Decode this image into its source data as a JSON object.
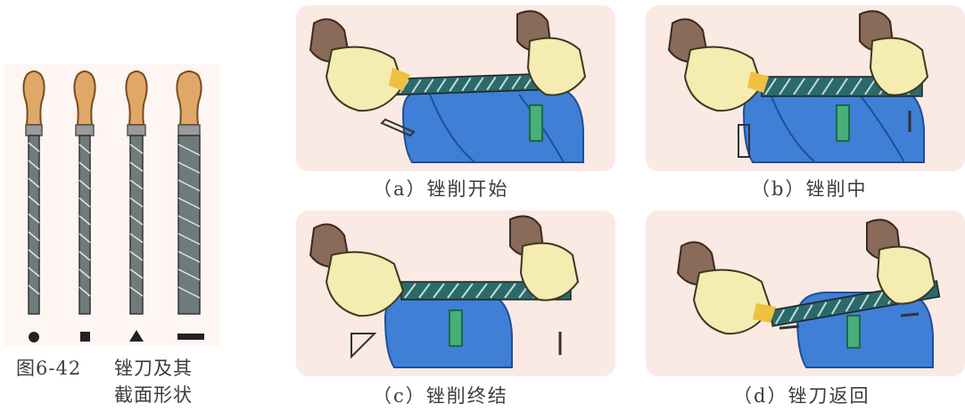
{
  "left_figure": {
    "number": "图6-42",
    "caption_line1": "锉刀及其",
    "caption_line2": "截面形状",
    "files": [
      {
        "section": "circle-section"
      },
      {
        "section": "square-section"
      },
      {
        "section": "triangle-section"
      },
      {
        "section": "flat-section"
      }
    ]
  },
  "panels": [
    {
      "id": "a",
      "caption": "（a）锉削开始"
    },
    {
      "id": "b",
      "caption": "（b）锉削中"
    },
    {
      "id": "c",
      "caption": "（c）锉削终结"
    },
    {
      "id": "d",
      "caption": "（d）锉刀返回"
    }
  ],
  "colors": {
    "panel_bg": "#fbe9e4",
    "vise_blue": "#3f7fd6",
    "hand_skin": "#f4ecb0",
    "sleeve": "#8a6a58",
    "file_handle": "#e0a868",
    "workpiece_green": "#47b07a"
  }
}
